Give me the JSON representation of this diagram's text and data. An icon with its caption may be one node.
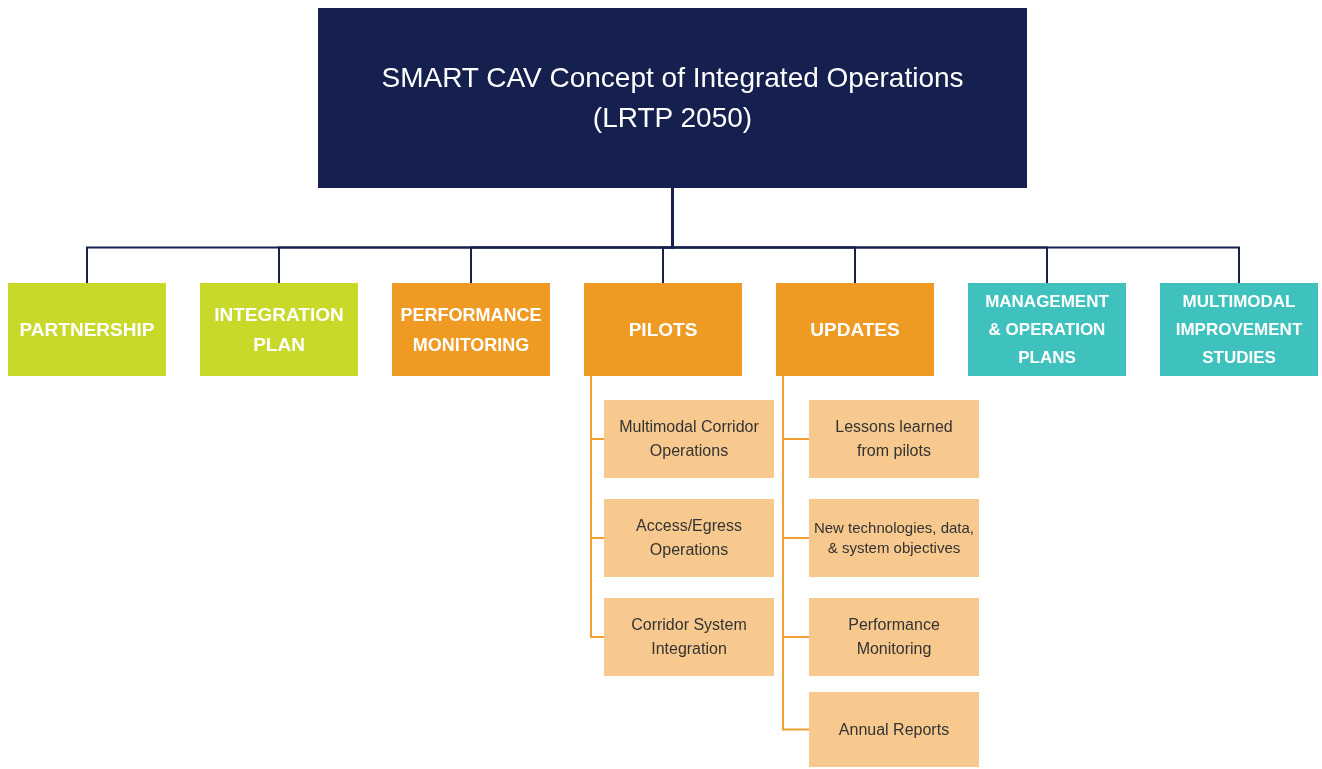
{
  "diagram": {
    "nodes": [
      {
        "text": [
          "SMART CAV Concept of Integrated Operations (LRTP 2050)"
        ]
      },
      {
        "text": [
          "PARTNERSHIP"
        ]
      },
      {
        "text": [
          "INTEGRATION PLAN"
        ]
      },
      {
        "text": [
          "PERFORMANCE MONITORING"
        ]
      },
      {
        "text": [
          "PILOTS"
        ]
      },
      {
        "text": [
          "UPDATES"
        ]
      },
      {
        "text": [
          "MANAGEMENT & OPERATION PLANS"
        ]
      },
      {
        "text": [
          "MULTIMODAL IMPROVEMENT STUDIES"
        ]
      },
      {
        "text": [
          "Multimodal Corridor Operations"
        ]
      },
      {
        "text": [
          "Access/Egress Operations"
        ]
      },
      {
        "text": [
          "Corridor System Integration"
        ]
      },
      {
        "text": [
          "Lessons learned from pilots"
        ]
      },
      {
        "text": [
          "New technologies, data, & system objectives"
        ]
      },
      {
        "text": [
          "Performance Monitoring"
        ]
      },
      {
        "text": [
          "Annual Reports"
        ]
      }
    ],
    "edges": [
      {
        "from": 0,
        "to": 1,
        "arrow": "none"
      },
      {
        "from": 0,
        "to": 2,
        "arrow": "none"
      },
      {
        "from": 0,
        "to": 3,
        "arrow": "none"
      },
      {
        "from": 0,
        "to": 4,
        "arrow": "none"
      },
      {
        "from": 0,
        "to": 5,
        "arrow": "none"
      },
      {
        "from": 0,
        "to": 6,
        "arrow": "none"
      },
      {
        "from": 0,
        "to": 7,
        "arrow": "none"
      },
      {
        "from": 4,
        "to": 8,
        "arrow": "none",
        "color": "#f0a030"
      },
      {
        "from": 4,
        "to": 9,
        "arrow": "none",
        "color": "#f0a030"
      },
      {
        "from": 4,
        "to": 10,
        "arrow": "none",
        "color": "#f0a030"
      },
      {
        "from": 5,
        "to": 11,
        "arrow": "none",
        "color": "#f0a030"
      },
      {
        "from": 5,
        "to": 12,
        "arrow": "none",
        "color": "#f0a030"
      },
      {
        "from": 5,
        "to": 13,
        "arrow": "none",
        "color": "#f0a030"
      },
      {
        "from": 5,
        "to": 14,
        "arrow": "none",
        "color": "#f0a030"
      }
    ]
  }
}
